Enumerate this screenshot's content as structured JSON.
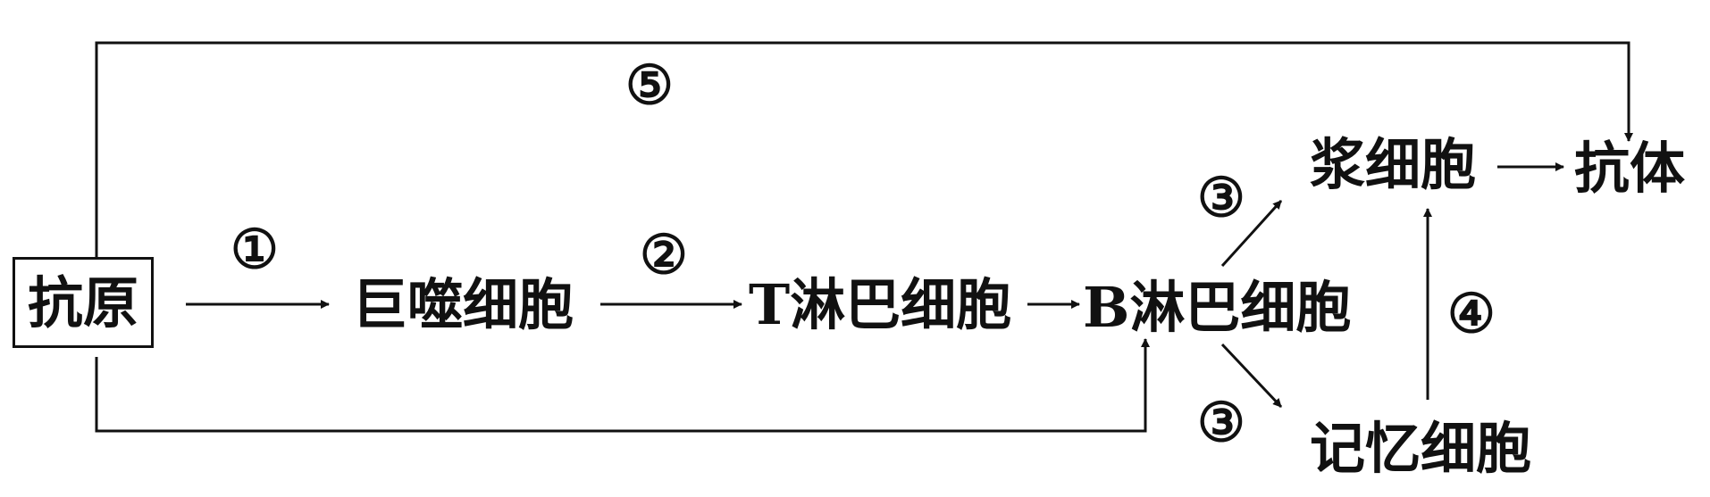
{
  "nodes": {
    "antigen": "抗原",
    "macrophage": "巨噬细胞",
    "t_cell": "T淋巴细胞",
    "b_cell": "B淋巴细胞",
    "plasma_cell": "浆细胞",
    "antibody": "抗体",
    "memory_cell": "记忆细胞"
  },
  "steps": {
    "s1": "①",
    "s2": "②",
    "s3_upper": "③",
    "s3_lower": "③",
    "s4": "④",
    "s5": "⑤"
  },
  "colors": {
    "ink": "#111111",
    "background": "#ffffff"
  }
}
